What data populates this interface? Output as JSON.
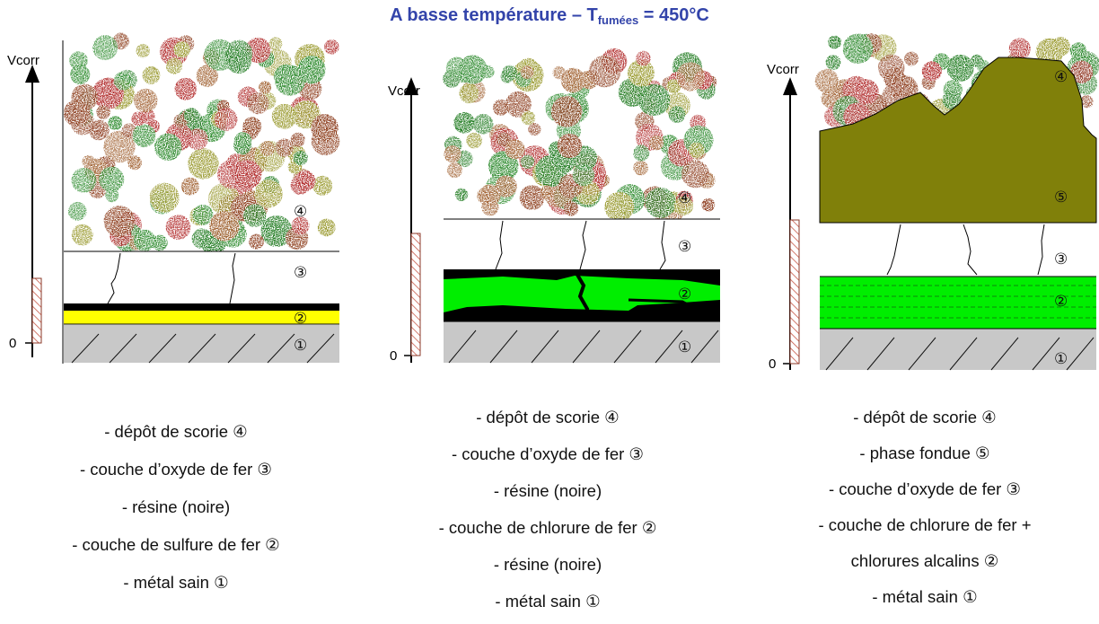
{
  "title": {
    "prefix": "A basse température – T",
    "subscript": "fumées",
    "suffix": " = 450°C"
  },
  "axis": {
    "label": "Vcorr",
    "zero": "0"
  },
  "panels": [
    {
      "layers": {
        "metal": "①",
        "sulfide": "②",
        "oxide": "③",
        "slag": "④"
      },
      "legend": [
        "- dépôt de scorie ④",
        "- couche d’oxyde de fer ③",
        "- résine (noire)",
        "- couche de sulfure de fer ②",
        "- métal sain ①"
      ]
    },
    {
      "layers": {
        "metal": "①",
        "chloride": "②",
        "oxide": "③",
        "slag": "④"
      },
      "legend": [
        "- dépôt de scorie ④",
        "- couche d’oxyde de fer ③",
        "- résine (noire)",
        "- couche de chlorure de fer ②",
        "- résine (noire)",
        "- métal sain ①"
      ]
    },
    {
      "layers": {
        "metal": "①",
        "chloride": "②",
        "oxide": "③",
        "slag": "④",
        "melt": "⑤"
      },
      "legend": [
        "- dépôt de scorie ④",
        "- phase fondue ⑤",
        "- couche d’oxyde de fer ③",
        "- couche de chlorure de fer +",
        "chlorures alcalins ②",
        "- métal sain ①"
      ]
    }
  ],
  "colors": {
    "title": "#3344aa",
    "metal": "#c8c8c8",
    "sulfide": "#ffff00",
    "chloride": "#00ee00",
    "resin": "#000000",
    "melt": "#80800a",
    "rate_bar": "#f3c0b8",
    "slag_palette": [
      "#2e8b2e",
      "#8b3a1a",
      "#9a9a30",
      "#a06030",
      "#1f7a1f",
      "#b02a2a"
    ]
  }
}
